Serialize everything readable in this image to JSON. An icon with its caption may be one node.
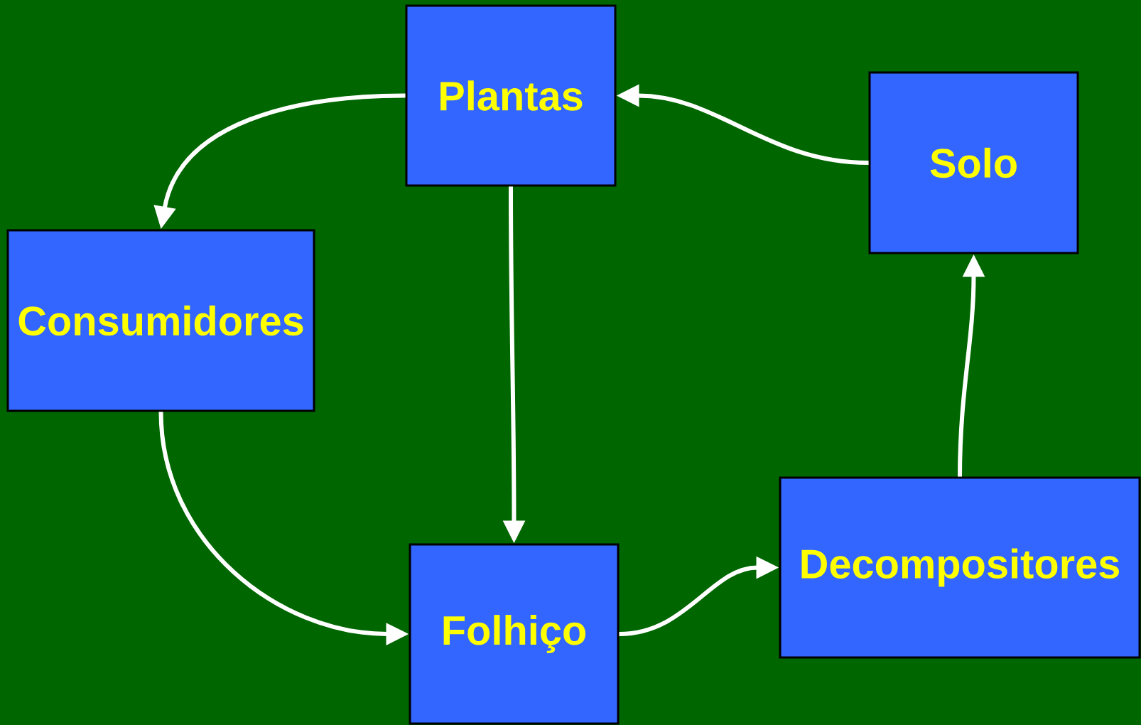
{
  "diagram": {
    "nodes": [
      {
        "text": [
          "Plantas"
        ]
      },
      {
        "text": [
          "Solo"
        ]
      },
      {
        "text": [
          "Consumidores"
        ]
      },
      {
        "text": [
          "Decompositores"
        ]
      },
      {
        "text": [
          "Folhiço"
        ]
      }
    ],
    "edges": [
      {
        "from": 0,
        "to": 2,
        "arrow": "to"
      },
      {
        "from": 0,
        "to": 4,
        "arrow": "to"
      },
      {
        "from": 2,
        "to": 4,
        "arrow": "to"
      },
      {
        "from": 4,
        "to": 3,
        "arrow": "to"
      },
      {
        "from": 3,
        "to": 1,
        "arrow": "to"
      },
      {
        "from": 1,
        "to": 0,
        "arrow": "to"
      }
    ]
  }
}
